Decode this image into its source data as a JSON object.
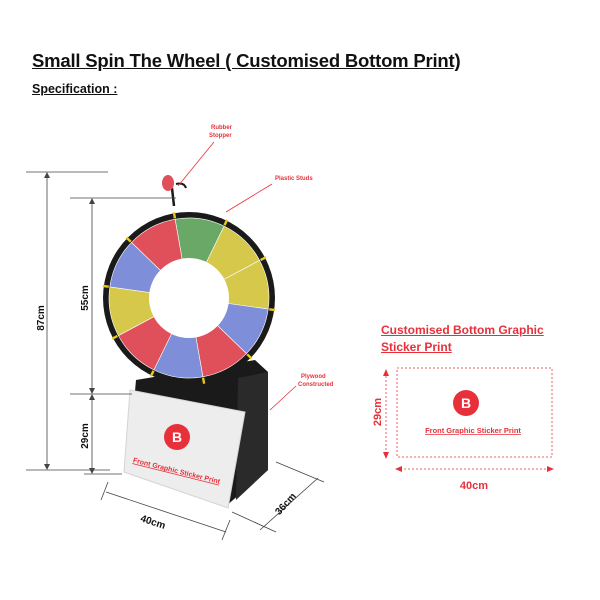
{
  "title": "Small Spin The Wheel ( Customised Bottom Print)",
  "subtitle": "Specification :",
  "callouts": {
    "rubber_stopper_line1": "Rubber",
    "rubber_stopper_line2": "Stopper",
    "plastic_studs": "Plastic Studs",
    "plywood_line1": "Plywood",
    "plywood_line2": "Constructed"
  },
  "dimensions": {
    "total_height": "87cm",
    "wheel_height": "55cm",
    "base_height": "29cm",
    "base_width": "40cm",
    "base_depth": "36cm"
  },
  "front_panel": {
    "badge": "B",
    "label": "Front Graphic Sticker Print"
  },
  "bottom_print": {
    "heading": "Customised Bottom Graphic Sticker Print",
    "badge": "B",
    "label": "Front Graphic Sticker Print",
    "height": "29cm",
    "width": "40cm"
  },
  "colors": {
    "accent_red": "#e8303a",
    "wheel_red": "#e0505a",
    "wheel_blue": "#7f8ed8",
    "wheel_yellow": "#d6c84a",
    "wheel_green": "#6aa867",
    "frame_black": "#1a1a1a",
    "stud_yellow": "#e6c81a"
  }
}
